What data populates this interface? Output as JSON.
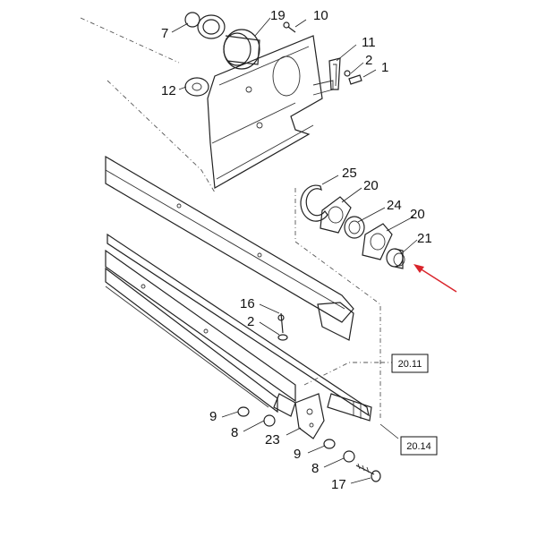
{
  "callouts": {
    "c1": "1",
    "c2_top": "2",
    "c7": "7",
    "c10": "10",
    "c11": "11",
    "c12": "12",
    "c19": "19",
    "c25": "25",
    "c20_a": "20",
    "c24": "24",
    "c20_b": "20",
    "c21": "21",
    "c16": "16",
    "c2_mid": "2",
    "c9_a": "9",
    "c8_a": "8",
    "c23": "23",
    "c9_b": "9",
    "c8_b": "8",
    "c17": "17"
  },
  "refs": {
    "ref_20_11": "20.11",
    "ref_20_14": "20.14"
  },
  "colors": {
    "arrow": "#d9242b",
    "ink": "#222222"
  }
}
